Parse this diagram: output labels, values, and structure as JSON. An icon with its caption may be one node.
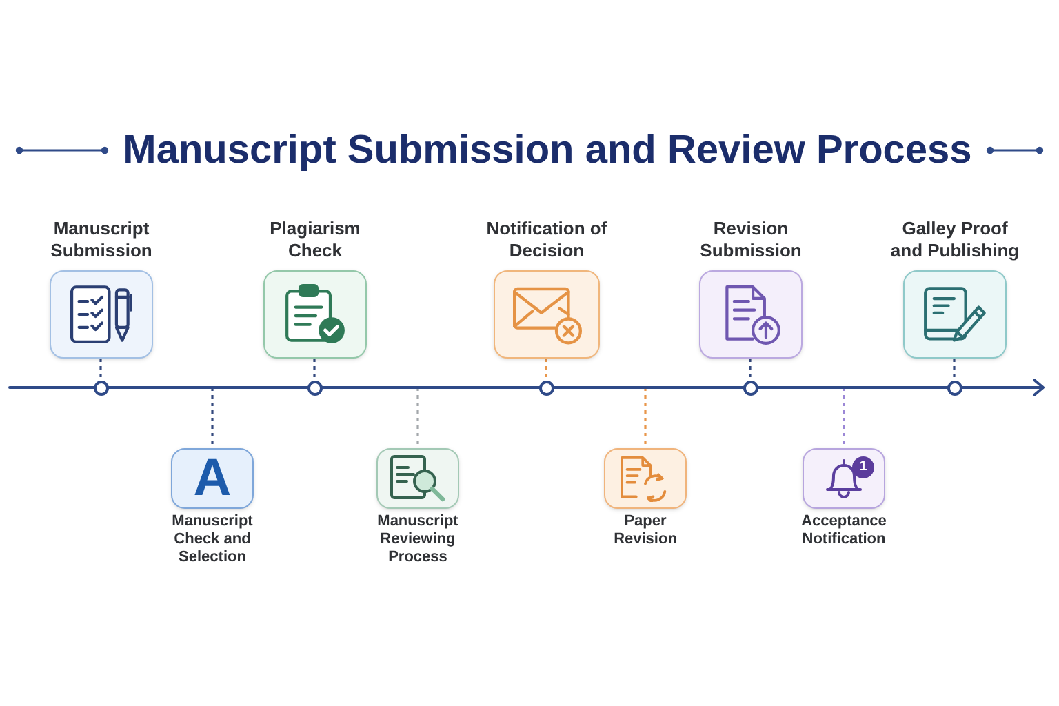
{
  "diagram": {
    "title": "Manuscript Submission and Review Process",
    "nodes": [
      {
        "text": [
          "Manuscript Submission"
        ]
      },
      {
        "text": [
          "Manuscript Check and Selection"
        ]
      },
      {
        "text": [
          "Plagiarism Check"
        ]
      },
      {
        "text": [
          "Manuscript Reviewing Process"
        ]
      },
      {
        "text": [
          "Notification of Decision"
        ]
      },
      {
        "text": [
          "Paper Revision"
        ]
      },
      {
        "text": [
          "Revision Submission"
        ]
      },
      {
        "text": [
          "Acceptance Notification"
        ]
      },
      {
        "text": [
          "Galley Proof and Publishing"
        ]
      },
      {
        "text": [],
        "shape": "circle"
      },
      {
        "text": [],
        "shape": "circle"
      },
      {
        "text": [],
        "shape": "circle"
      },
      {
        "text": [],
        "shape": "circle"
      },
      {
        "text": [],
        "shape": "circle"
      }
    ],
    "edges": [
      {
        "from": 0,
        "to": 9,
        "arrow": "none",
        "style": "dashed"
      },
      {
        "from": null,
        "to": 1,
        "arrow": "none",
        "style": "dashed"
      },
      {
        "from": 2,
        "to": 10,
        "arrow": "none",
        "style": "dashed"
      },
      {
        "from": null,
        "to": 3,
        "arrow": "none",
        "style": "dashed",
        "color": "#a3a7ab"
      },
      {
        "from": 4,
        "to": 11,
        "arrow": "none",
        "style": "dashed",
        "color": "#e8964a"
      },
      {
        "from": null,
        "to": 5,
        "arrow": "none",
        "style": "dashed",
        "color": "#e8964a"
      },
      {
        "from": 6,
        "to": 12,
        "arrow": "none",
        "style": "dashed"
      },
      {
        "from": null,
        "to": 7,
        "arrow": "none",
        "style": "dashed",
        "color": "#9b87d6"
      },
      {
        "from": 8,
        "to": 13,
        "arrow": "none",
        "style": "dashed"
      }
    ],
    "labels": [
      "A",
      "1"
    ]
  }
}
